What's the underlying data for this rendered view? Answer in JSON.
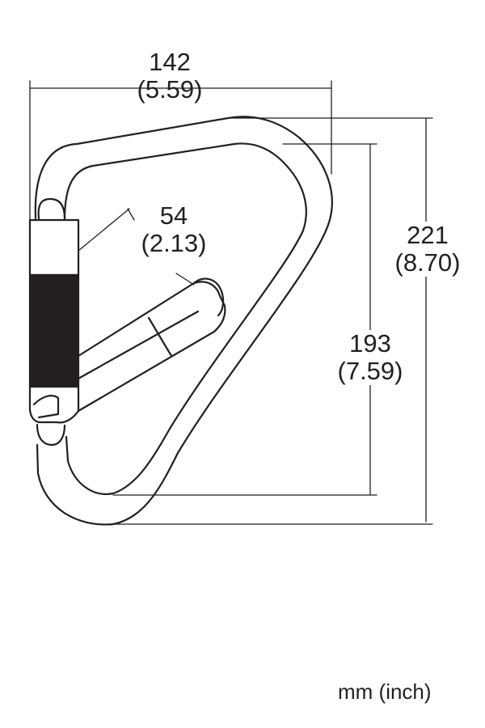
{
  "dimensions": {
    "width": {
      "mm": "142",
      "inch": "(5.59)"
    },
    "gate_opening": {
      "mm": "54",
      "inch": "(2.13)"
    },
    "height_total": {
      "mm": "221",
      "inch": "(8.70)"
    },
    "height_inner": {
      "mm": "193",
      "inch": "(7.59)"
    }
  },
  "units_label": "mm (inch)",
  "colors": {
    "line": "#231f20",
    "background": "#ffffff"
  }
}
